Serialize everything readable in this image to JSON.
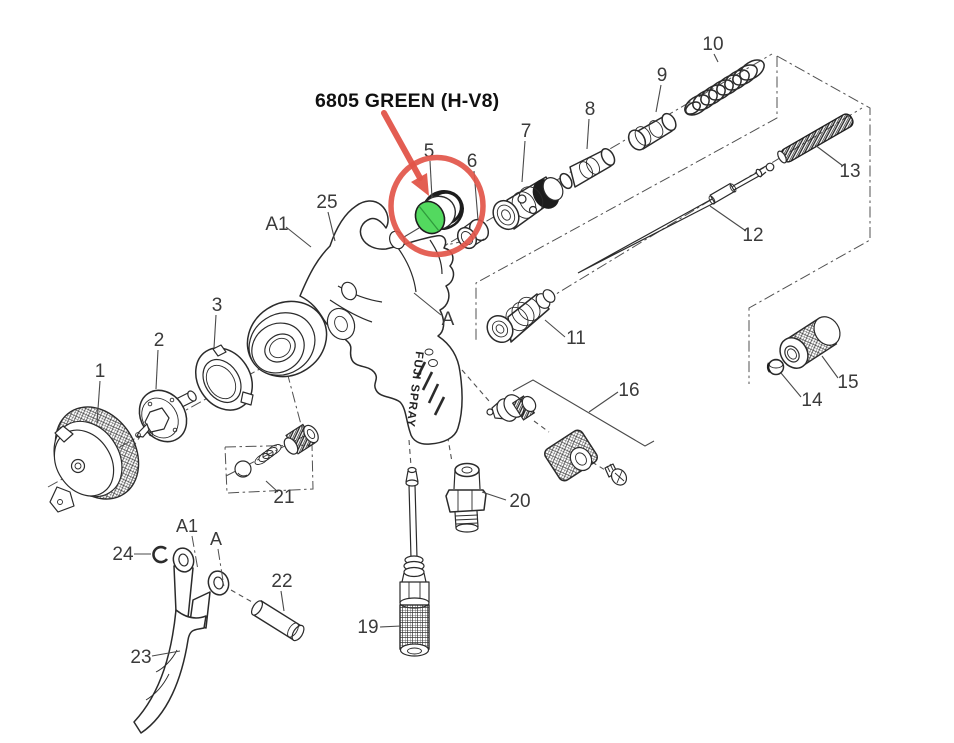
{
  "figure": {
    "callout_text": "6805 GREEN (H-V8)",
    "brand_text": "FUJI SPRAY"
  },
  "colors": {
    "highlight": "#E25549",
    "part5_green": "#53D95F",
    "line": "#2B2B2B",
    "label": "#3A3A3A"
  },
  "labels": {
    "p1": "1",
    "p2": "2",
    "p3": "3",
    "p5": "5",
    "p6": "6",
    "p7": "7",
    "p8": "8",
    "p9": "9",
    "p10": "10",
    "p11": "11",
    "p12": "12",
    "p13": "13",
    "p14": "14",
    "p15": "15",
    "p16": "16",
    "p19": "19",
    "p20": "20",
    "p21": "21",
    "p22": "22",
    "p23": "23",
    "p24": "24",
    "p25": "25",
    "a1_top": "A1",
    "a_mid": "A",
    "a1_low": "A1",
    "a_low": "A"
  }
}
